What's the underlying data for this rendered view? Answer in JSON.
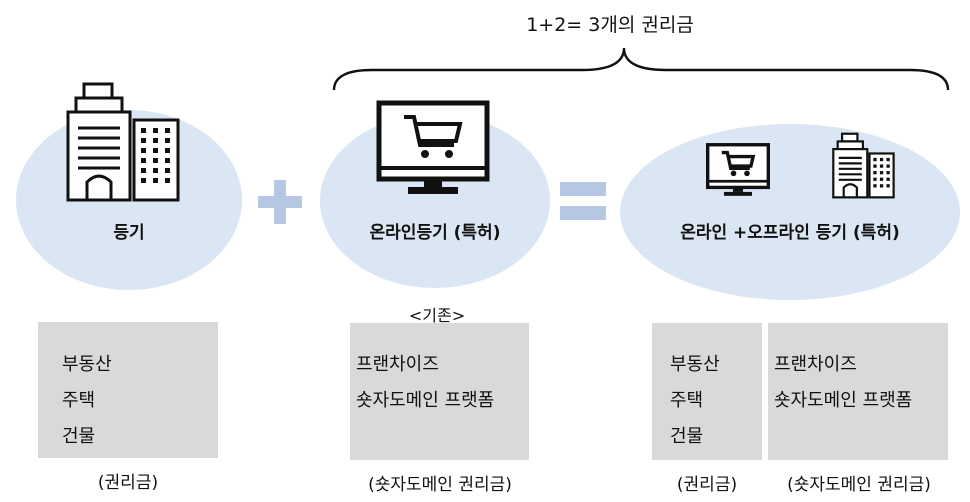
{
  "header": {
    "title": "1+2= 3개의 권리금"
  },
  "ellipses": {
    "left": {
      "label": "등기"
    },
    "middle": {
      "label": "온라인등기 (특허)"
    },
    "right": {
      "label": "온라인 +오프라인 등기 (특허)"
    }
  },
  "operators": {
    "plus": "+",
    "equals": "="
  },
  "middle_note": "<기존>",
  "boxes": {
    "left": {
      "items": [
        "부동산",
        "주택",
        "건물"
      ],
      "caption": "(권리금)"
    },
    "middle": {
      "items": [
        "프랜차이즈",
        "숏자도메인 프랫폼"
      ],
      "caption": "(숏자도메인 권리금)"
    },
    "right_a": {
      "items": [
        "부동산",
        "주택",
        "건물"
      ],
      "caption": "(권리금)"
    },
    "right_b": {
      "items": [
        "프랜차이즈",
        "숏자도메인 프랫폼"
      ],
      "caption": "(숏자도메인 권리금)"
    }
  },
  "colors": {
    "ellipse": "#dbe6f4",
    "operator": "#b6c7e6",
    "box": "#d9d9d9"
  },
  "icons": [
    "building-icon",
    "monitor-cart-icon",
    "curly-brace"
  ]
}
